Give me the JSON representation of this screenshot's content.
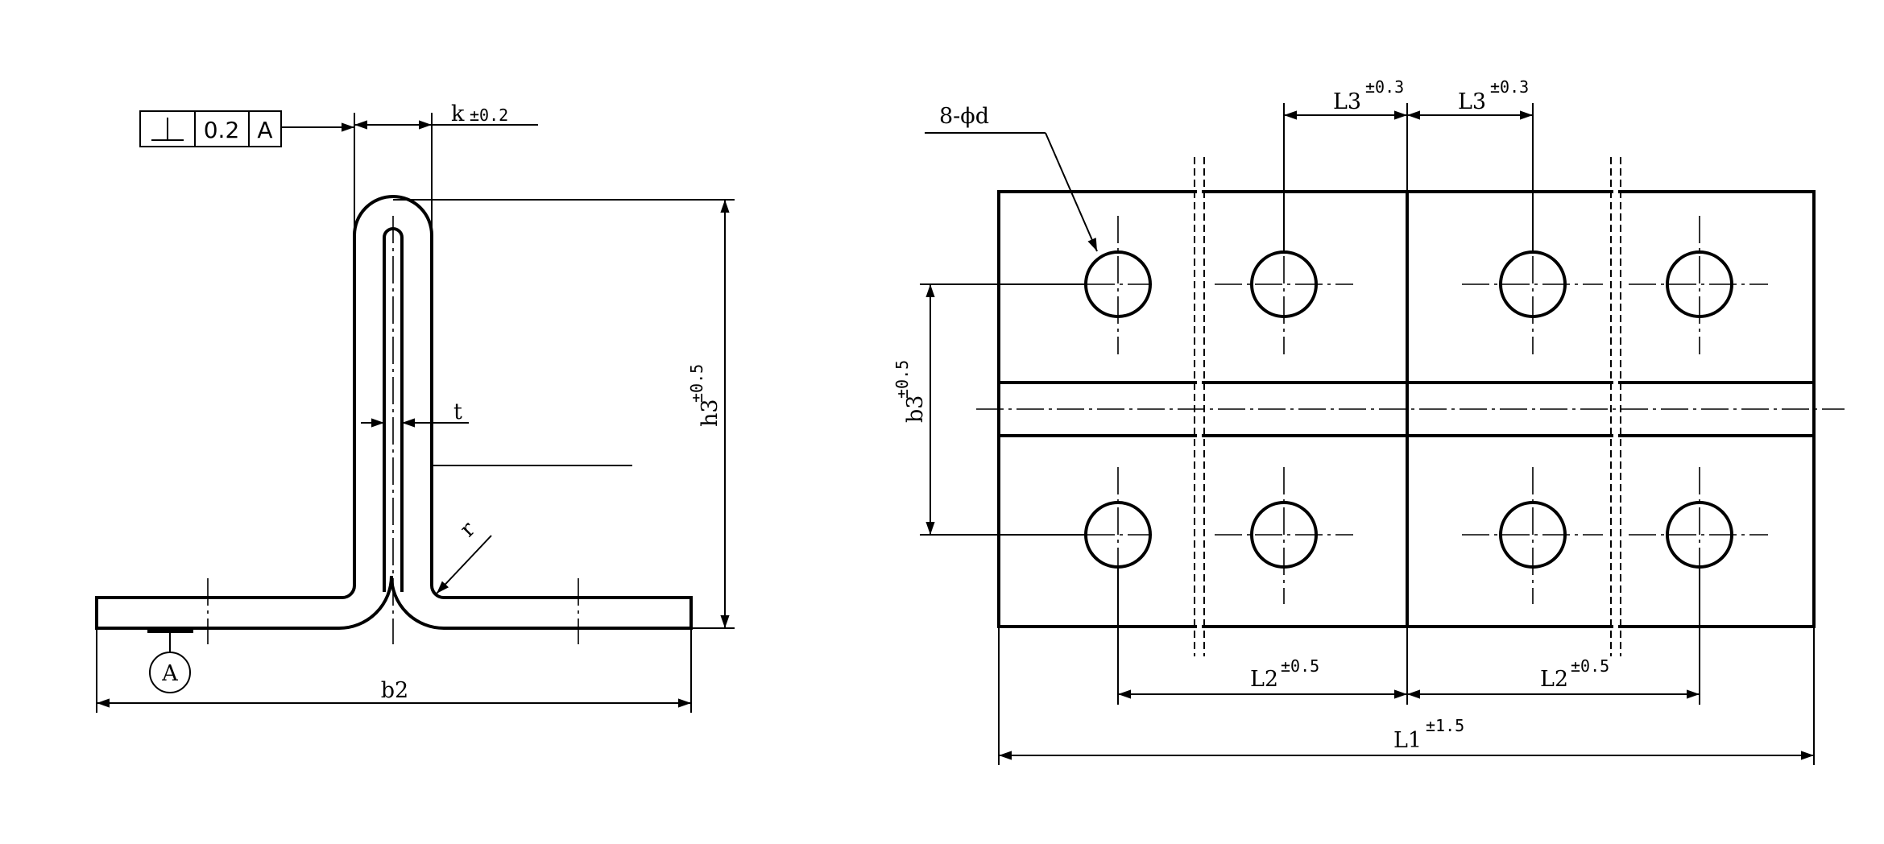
{
  "side_view": {
    "tolerance_frame": {
      "symbol_icon": "perpendicularity-icon",
      "value": "0.2",
      "datum": "A"
    },
    "k_dim": {
      "label": "k",
      "tol": "±0.2"
    },
    "t_label": "t",
    "r_label": "r",
    "h3_dim": {
      "label": "h3",
      "tol": "±0.5"
    },
    "b2_label": "b2",
    "datum_label": "A"
  },
  "plan_view": {
    "holes_label": "8-ϕd",
    "L3_dim": {
      "label": "L3",
      "tol": "±0.3"
    },
    "b3_dim": {
      "label": "b3",
      "tol": "±0.5"
    },
    "L2_dim": {
      "label": "L2",
      "tol": "±0.5"
    },
    "L1_dim": {
      "label": "L1",
      "tol": "±1.5"
    }
  }
}
